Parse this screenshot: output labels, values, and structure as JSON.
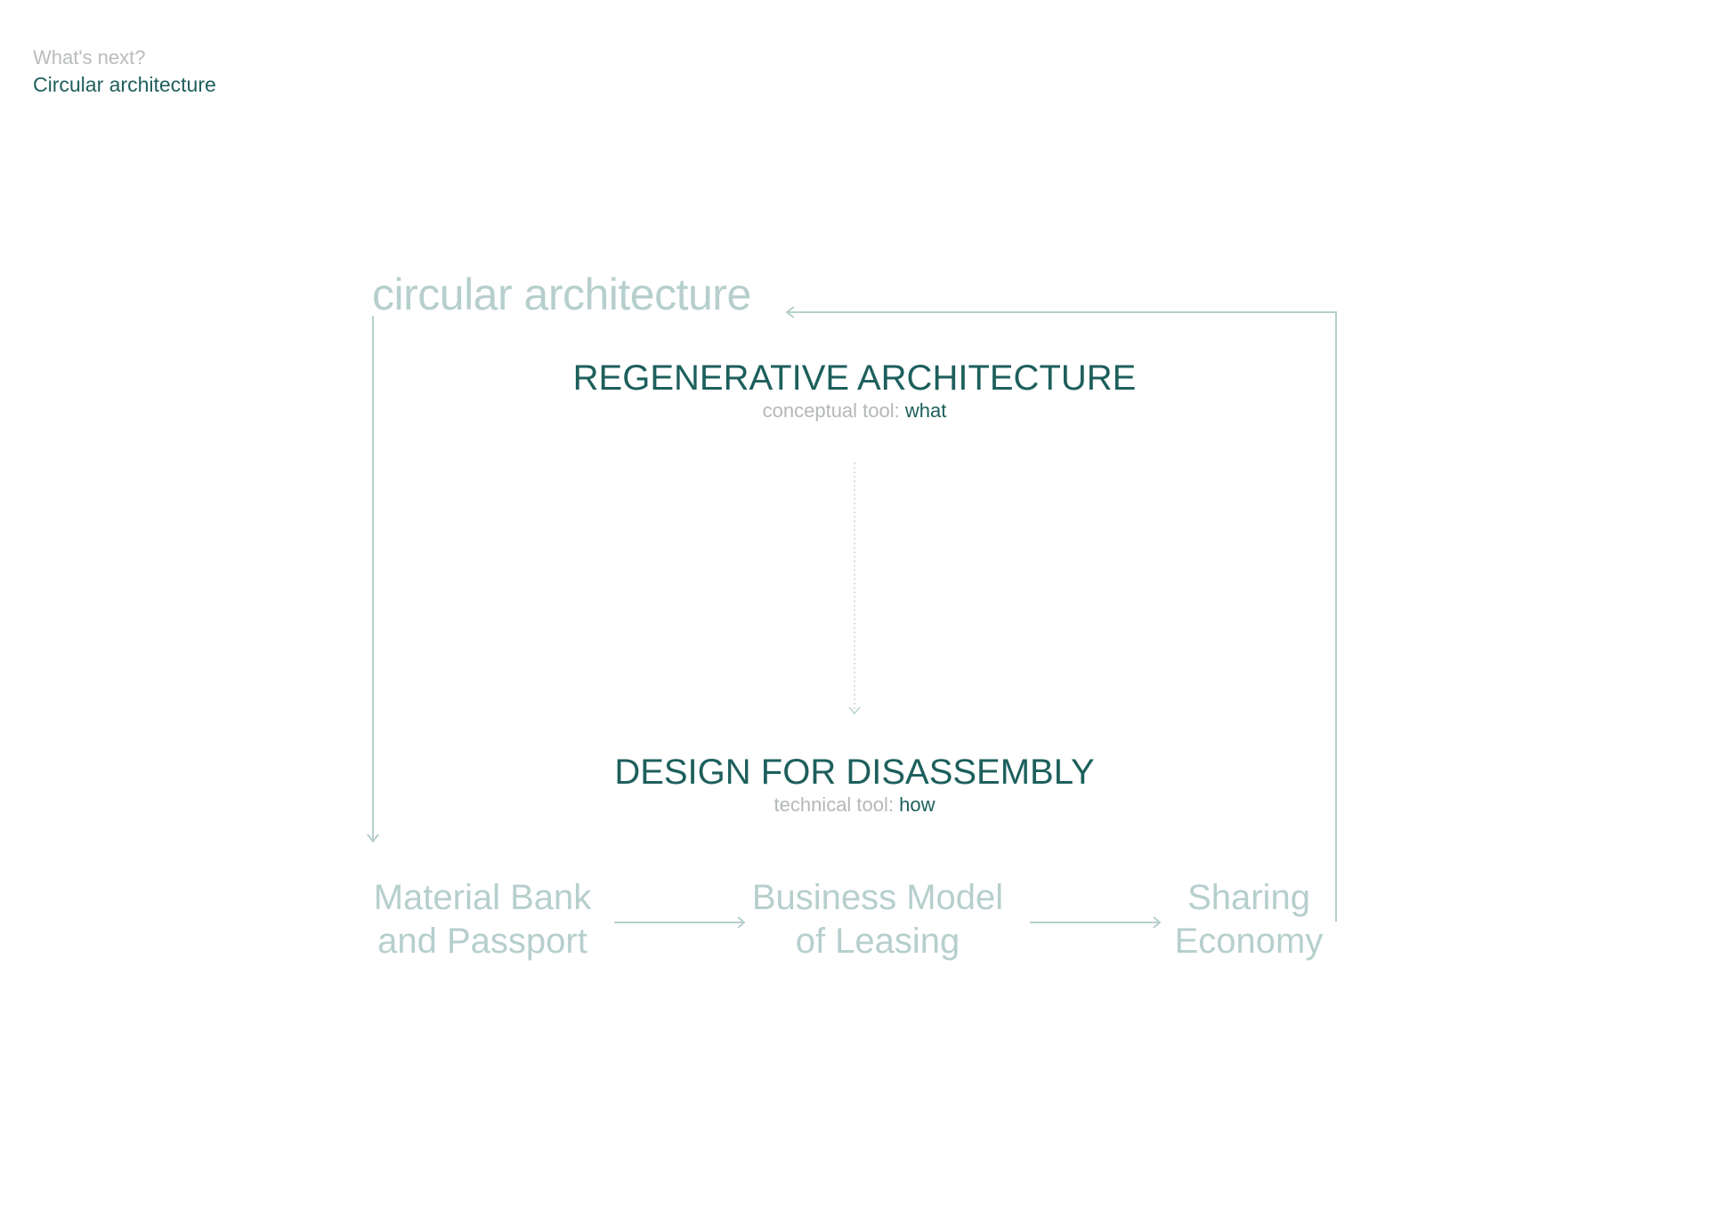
{
  "breadcrumb": {
    "section": "What's next?",
    "title": "Circular architecture"
  },
  "diagram": {
    "frame_label": "circular architecture",
    "top": {
      "title": "REGENERATIVE ARCHITECTURE",
      "sub_prefix": "conceptual tool:",
      "sub_value": "what"
    },
    "middle": {
      "title": "DESIGN FOR DISASSEMBLY",
      "sub_prefix": "technical tool:",
      "sub_value": "how"
    },
    "nodes": [
      {
        "line1": "Material Bank",
        "line2": "and Passport"
      },
      {
        "line1": "Business Model",
        "line2": "of Leasing"
      },
      {
        "line1": "Sharing",
        "line2": "Economy"
      }
    ]
  },
  "colors": {
    "accent": "#1d5f5c",
    "light": "#b6cfcd",
    "muted": "#b5b8b8"
  }
}
